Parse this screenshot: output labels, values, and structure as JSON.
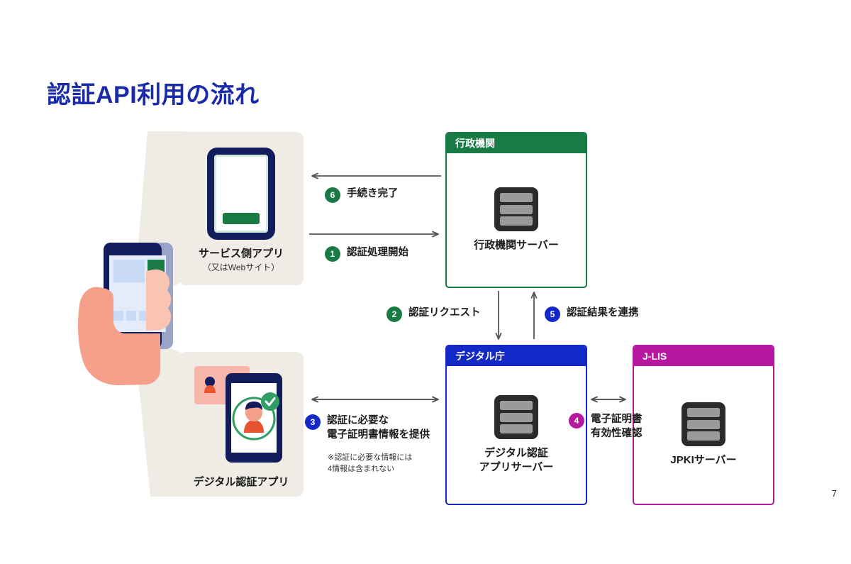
{
  "slide": {
    "title": "認証API利用の流れ",
    "page_number": "7",
    "title_color": "#1a2aa8",
    "background": "#ffffff"
  },
  "colors": {
    "green": "#1a7a43",
    "blue": "#1428c8",
    "navy": "#141d5c",
    "magenta": "#b5179e",
    "card_beige": "#efece5",
    "arrow": "#555555"
  },
  "apps": [
    {
      "id": "service-app",
      "caption": "サービス側アプリ",
      "subcaption": "（又はWebサイト）",
      "icon": "smartphone-icon"
    },
    {
      "id": "digital-auth-app",
      "caption": "デジタル認証アプリ",
      "subcaption": "",
      "icon": "face-authentication-icon"
    }
  ],
  "orgs": [
    {
      "id": "gov-agency",
      "header": "行政機関",
      "label": "行政機関サーバー",
      "color": "#1a7a43",
      "icon": "server-icon"
    },
    {
      "id": "digital-agency",
      "header": "デジタル庁",
      "label": "デジタル認証\nアプリサーバー",
      "color": "#1428c8",
      "icon": "server-icon"
    },
    {
      "id": "j-lis",
      "header": "J-LIS",
      "label": "JPKIサーバー",
      "color": "#b5179e",
      "icon": "server-icon"
    }
  ],
  "steps": [
    {
      "num": "1",
      "text": "認証処理開始",
      "color": "#1a7a43"
    },
    {
      "num": "2",
      "text": "認証リクエスト",
      "color": "#1a7a43"
    },
    {
      "num": "3",
      "text": "認証に必要な\n電子証明書情報を提供",
      "color": "#1428c8"
    },
    {
      "num": "4",
      "text": "電子証明書\n有効性確認",
      "color": "#b5179e"
    },
    {
      "num": "5",
      "text": "認証結果を連携",
      "color": "#1428c8"
    },
    {
      "num": "6",
      "text": "手続き完了",
      "color": "#1a7a43"
    }
  ],
  "notes": {
    "step3_note": "※認証に必要な情報には\n4情報は含まれない"
  }
}
